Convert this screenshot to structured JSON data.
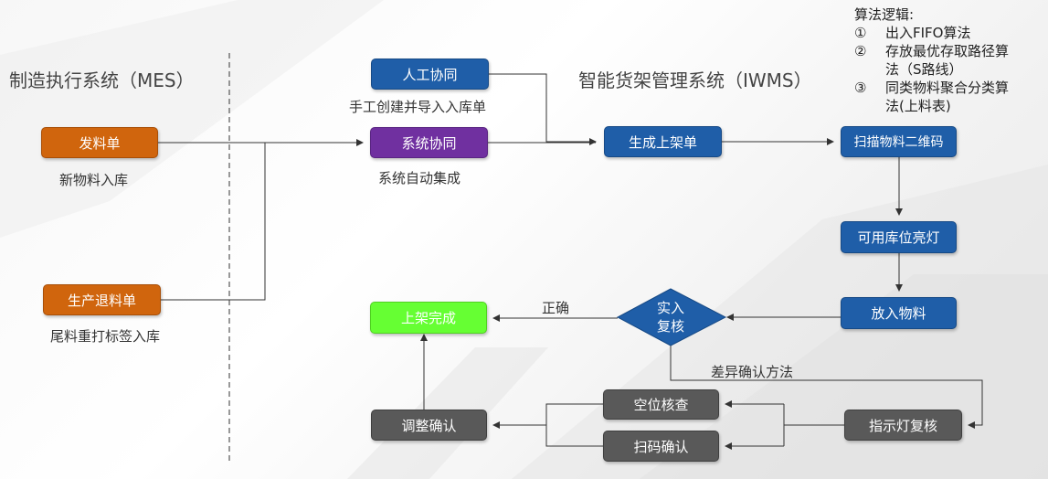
{
  "titles": {
    "mes": "制造执行系统（MES）",
    "iwms": "智能货架管理系统（IWMS）"
  },
  "algorithm": {
    "heading": "算法逻辑:",
    "items": [
      {
        "num": "①",
        "lines": [
          "出入FIFO算法"
        ]
      },
      {
        "num": "②",
        "lines": [
          "存放最优存取路径算",
          "法（S路线）"
        ]
      },
      {
        "num": "③",
        "lines": [
          "同类物料聚合分类算",
          "法(上料表)"
        ]
      }
    ]
  },
  "nodes": {
    "fa_liao_dan": "发料单",
    "sheng_chan_tui_liao_dan": "生产退料单",
    "ren_gong_xie_tong": "人工协同",
    "xi_tong_xie_tong": "系统协同",
    "sheng_cheng_shang_jia_dan": "生成上架单",
    "sao_miao_wu_liao": "扫描物料二维码",
    "ke_yong_ku_wei": "可用库位亮灯",
    "fang_ru_wu_liao": "放入物料",
    "shi_ru_fu_he": [
      "实入",
      "复核"
    ],
    "shang_jia_wan_cheng": "上架完成",
    "zhi_shi_deng_fu_he": "指示灯复核",
    "kong_wei_he_cha": "空位核查",
    "sao_ma_que_ren": "扫码确认",
    "tiao_zheng_que_ren": "调整确认"
  },
  "captions": {
    "xin_wu_liao": "新物料入库",
    "wei_liao": "尾料重打标签入库",
    "shou_gong": "手工创建并导入入库单",
    "xi_tong_zi_dong": "系统自动集成",
    "zheng_que": "正确",
    "cha_yi": "差异确认方法"
  },
  "colors": {
    "orange": "#d0650d",
    "blue": "#1f5ea8",
    "purple": "#7030a0",
    "green": "#66ff33",
    "gray": "#595959",
    "line": "#333333"
  }
}
